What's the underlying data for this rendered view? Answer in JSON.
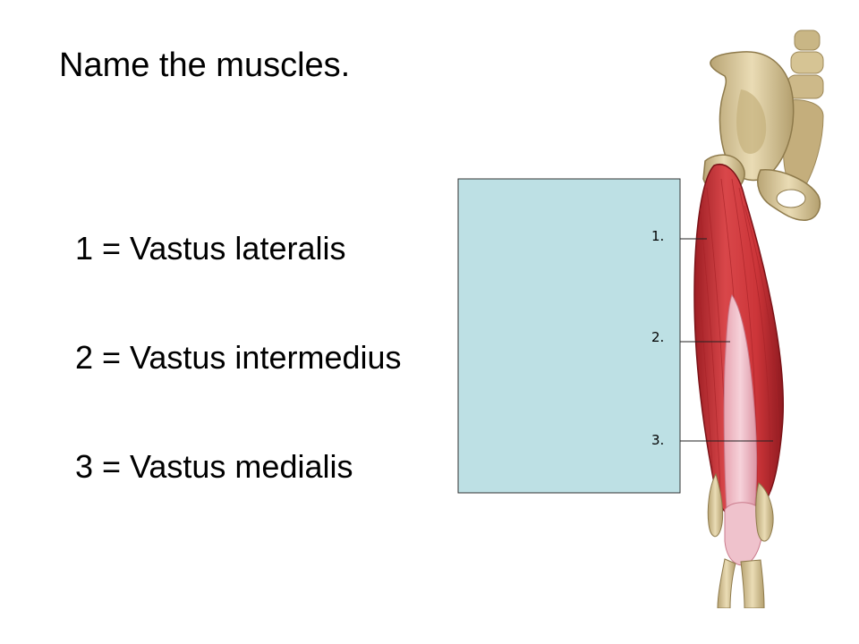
{
  "slide": {
    "title": "Name the muscles."
  },
  "answers": [
    {
      "text": "1 = Vastus lateralis"
    },
    {
      "text": "2 = Vastus intermedius"
    },
    {
      "text": "3 = Vastus medialis"
    }
  ],
  "figure": {
    "labels": [
      "1.",
      "2.",
      "3."
    ],
    "colors": {
      "label_box": "#bde0e4",
      "muscle": "#d33a3e",
      "tendon": "#eab0bb",
      "bone": "#d8c9a0"
    }
  }
}
